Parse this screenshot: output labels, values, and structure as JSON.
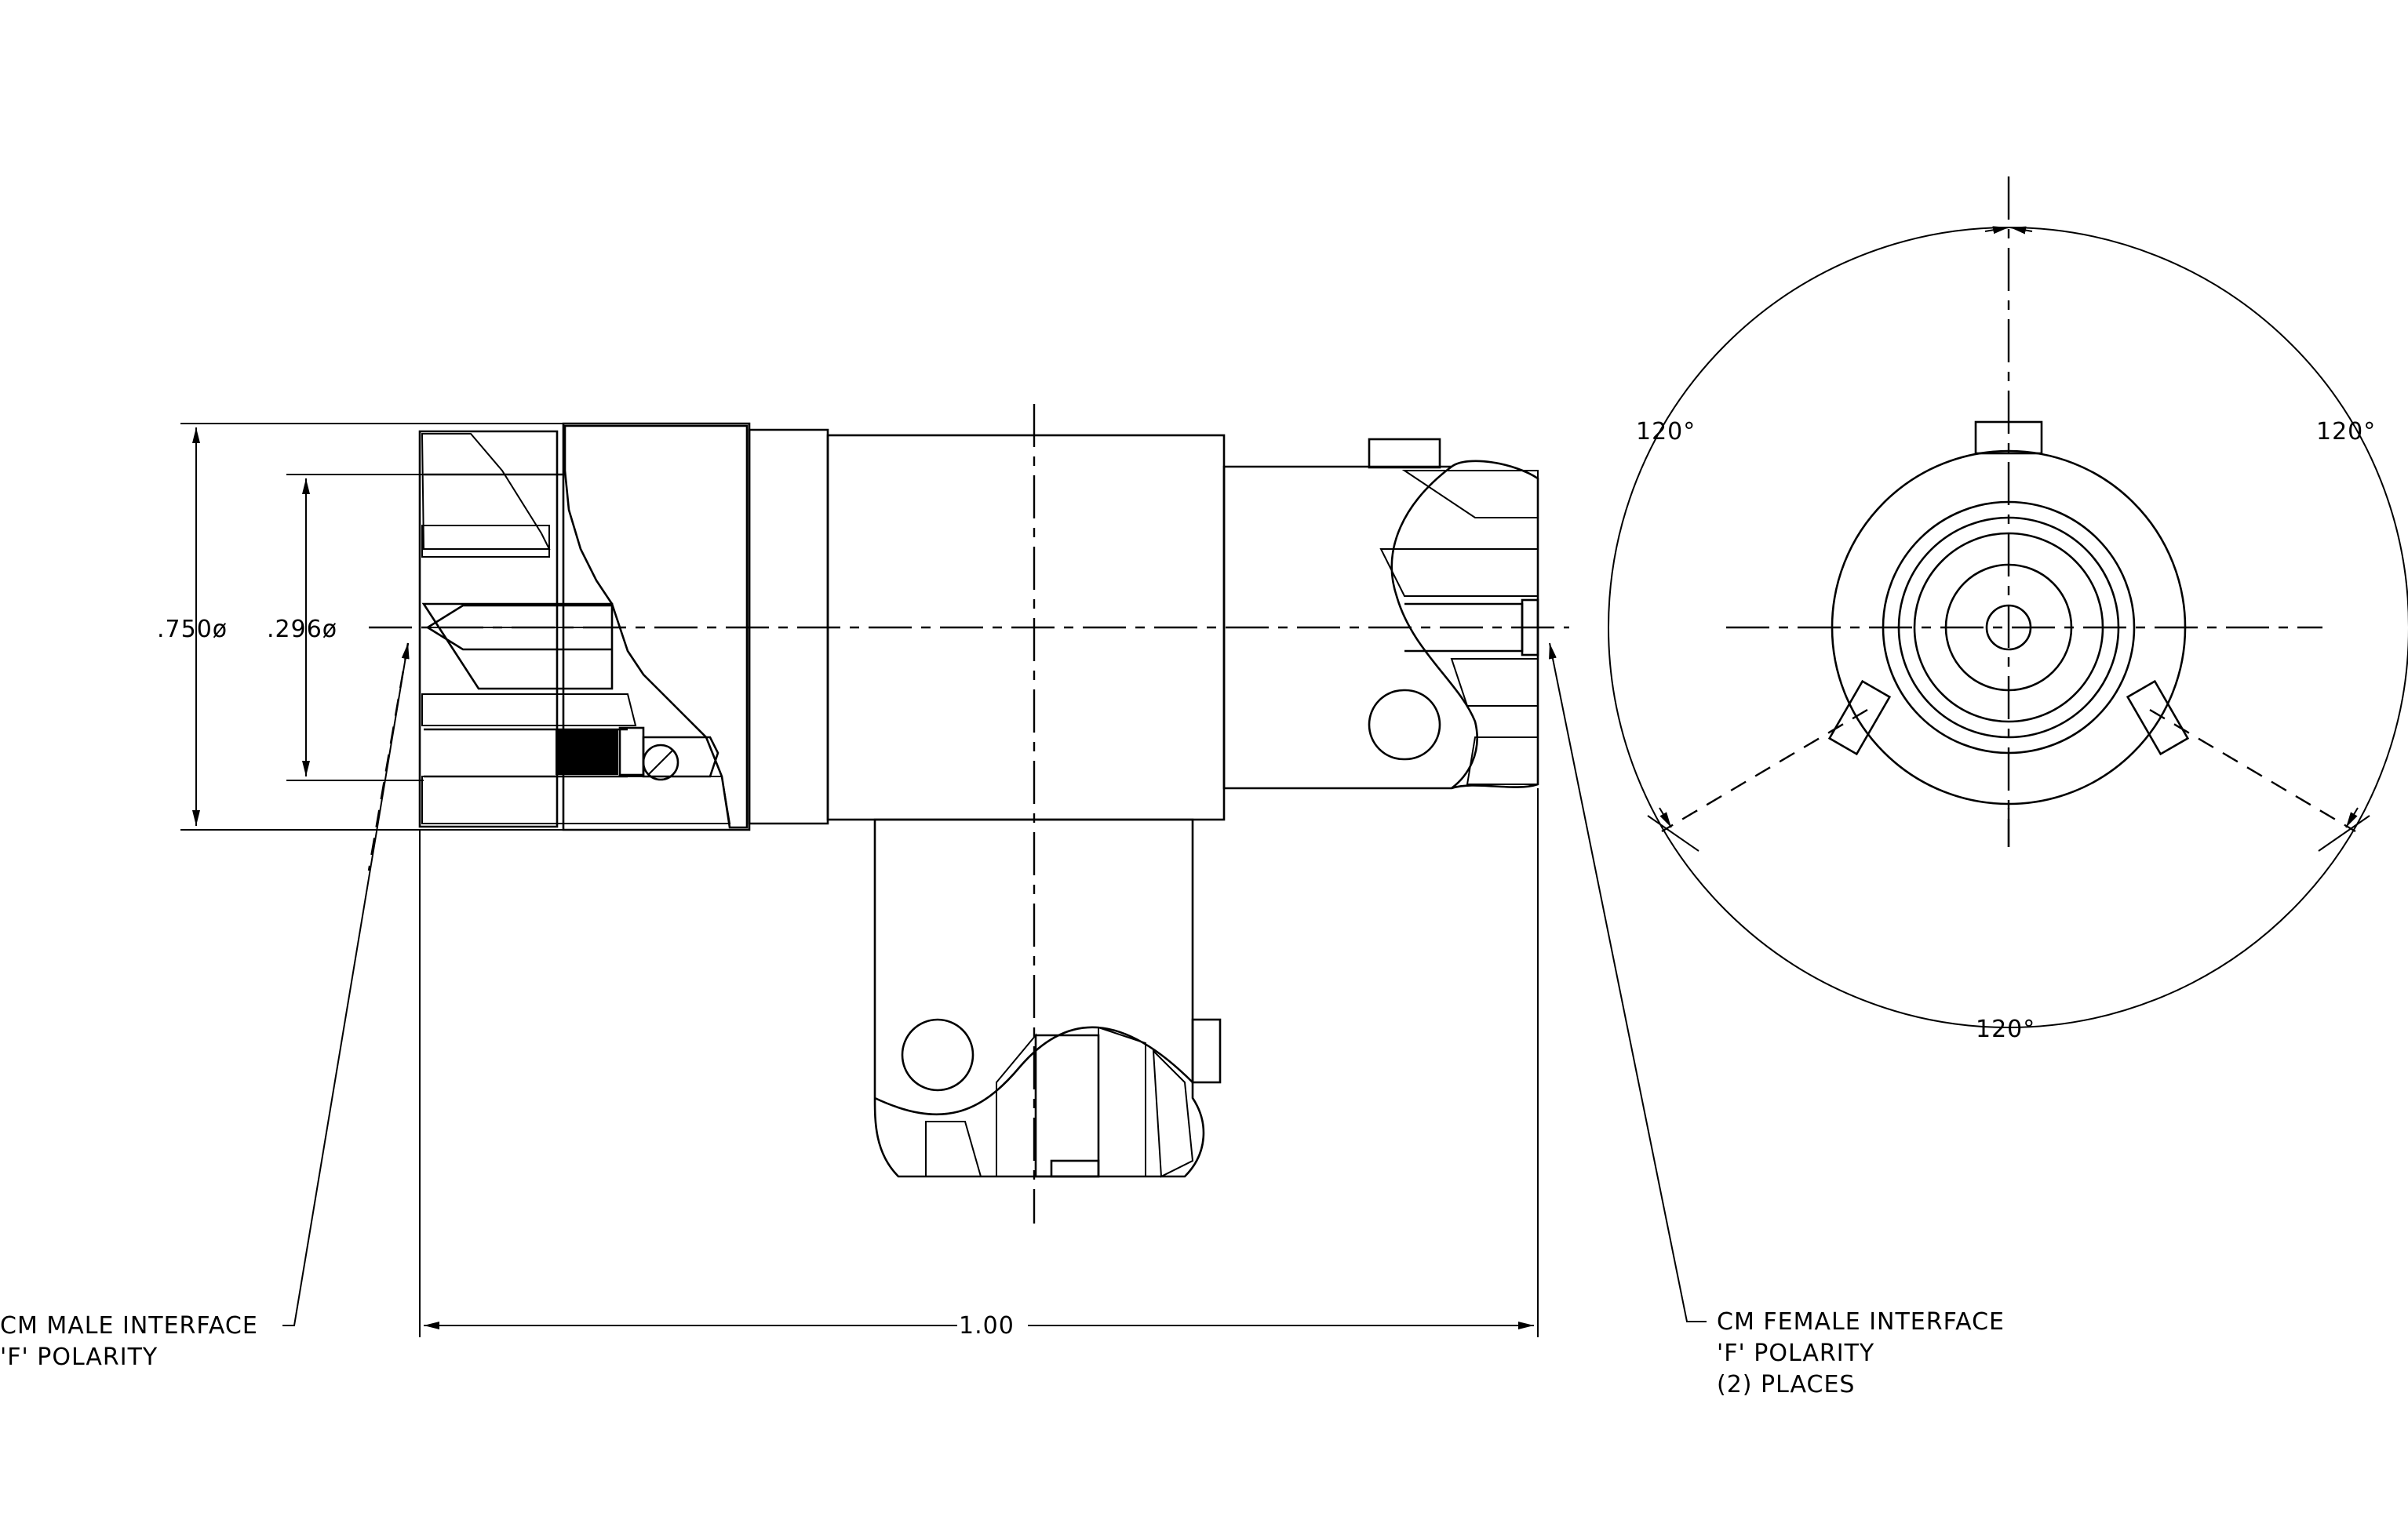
{
  "drawing": {
    "dimensions": {
      "outer_diameter": ".750ø",
      "inner_diameter": ".296ø",
      "overall_length": "1.00",
      "angle_top_left": "120°",
      "angle_top_right": "120°",
      "angle_bottom": "120°"
    },
    "notes": {
      "male_line1": "CM MALE INTERFACE",
      "male_line2": "'F' POLARITY",
      "female_line1": "CM FEMALE INTERFACE",
      "female_line2": "'F' POLARITY",
      "female_line3": "(2)  PLACES"
    }
  }
}
